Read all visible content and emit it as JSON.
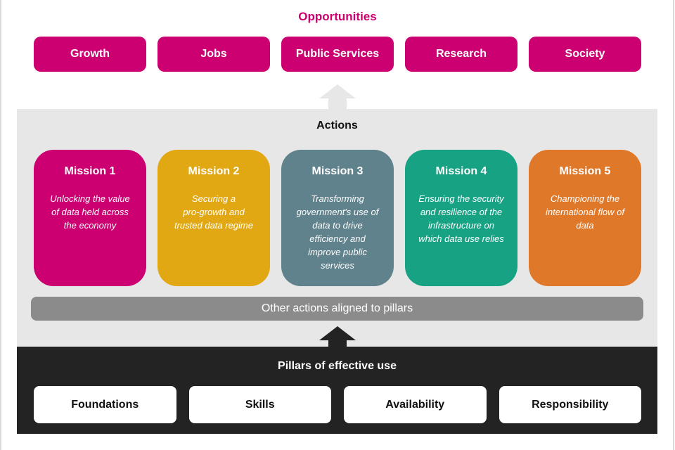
{
  "colors": {
    "accent_pink": "#cc0070",
    "mission1": "#cc0070",
    "mission2": "#e2a813",
    "mission3": "#5f828d",
    "mission4": "#17a284",
    "mission5": "#e0782a",
    "panel_gray": "#e7e7e7",
    "bar_gray": "#8b8b8b",
    "panel_black": "#232323"
  },
  "opportunities": {
    "title": "Opportunities",
    "items": [
      {
        "label": "Growth"
      },
      {
        "label": "Jobs"
      },
      {
        "label": "Public Services"
      },
      {
        "label": "Research"
      },
      {
        "label": "Society"
      }
    ]
  },
  "actions": {
    "title": "Actions",
    "missions": [
      {
        "title": "Mission 1",
        "body": "Unlocking the value\nof data held across\nthe economy"
      },
      {
        "title": "Mission 2",
        "body": "Securing a\npro-growth and\ntrusted data regime"
      },
      {
        "title": "Mission 3",
        "body": "Transforming\ngovernment's use of\ndata to drive\nefficiency and\nimprove public\nservices"
      },
      {
        "title": "Mission 4",
        "body": "Ensuring the security\nand resilience of the\ninfrastructure on\nwhich data use relies"
      },
      {
        "title": "Mission 5",
        "body": "Championing the\ninternational flow of\ndata"
      }
    ],
    "other_actions_label": "Other actions aligned to pillars"
  },
  "pillars": {
    "title": "Pillars of effective use",
    "items": [
      {
        "label": "Foundations"
      },
      {
        "label": "Skills"
      },
      {
        "label": "Availability"
      },
      {
        "label": "Responsibility"
      }
    ]
  }
}
